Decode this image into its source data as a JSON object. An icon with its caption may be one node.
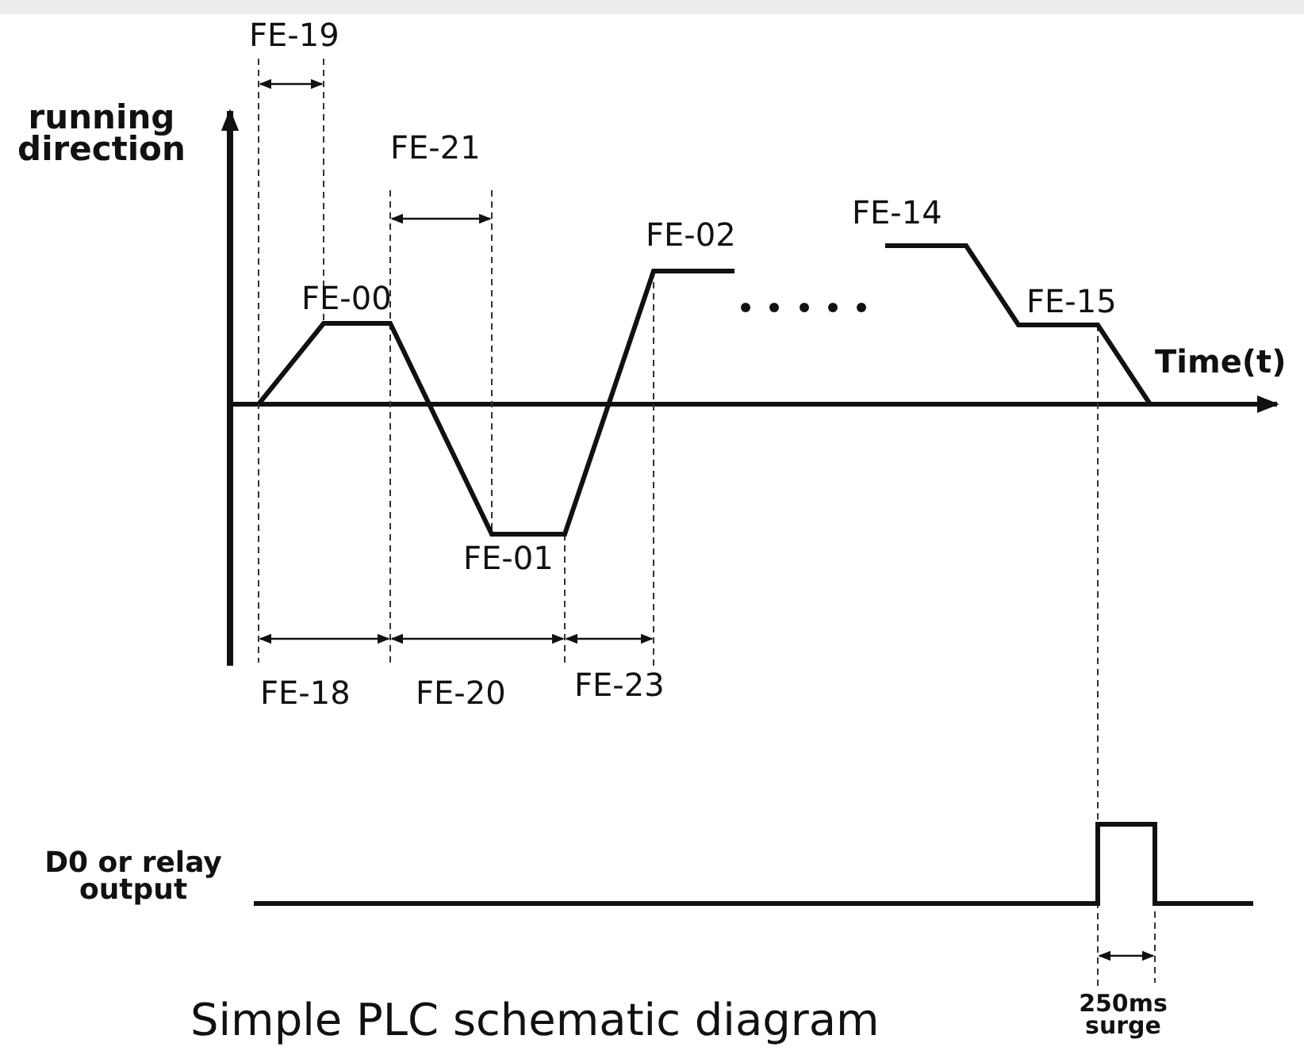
{
  "diagram": {
    "caption": "Simple PLC schematic diagram",
    "labels": [
      "FE-19",
      "running direction",
      "FE-21",
      "FE-02",
      "FE-14",
      "FE-00",
      "FE-15",
      "Time(t)",
      "FE-01",
      "FE-18",
      "FE-20",
      "FE-23",
      "D0 or relay output",
      "250ms surge"
    ]
  }
}
